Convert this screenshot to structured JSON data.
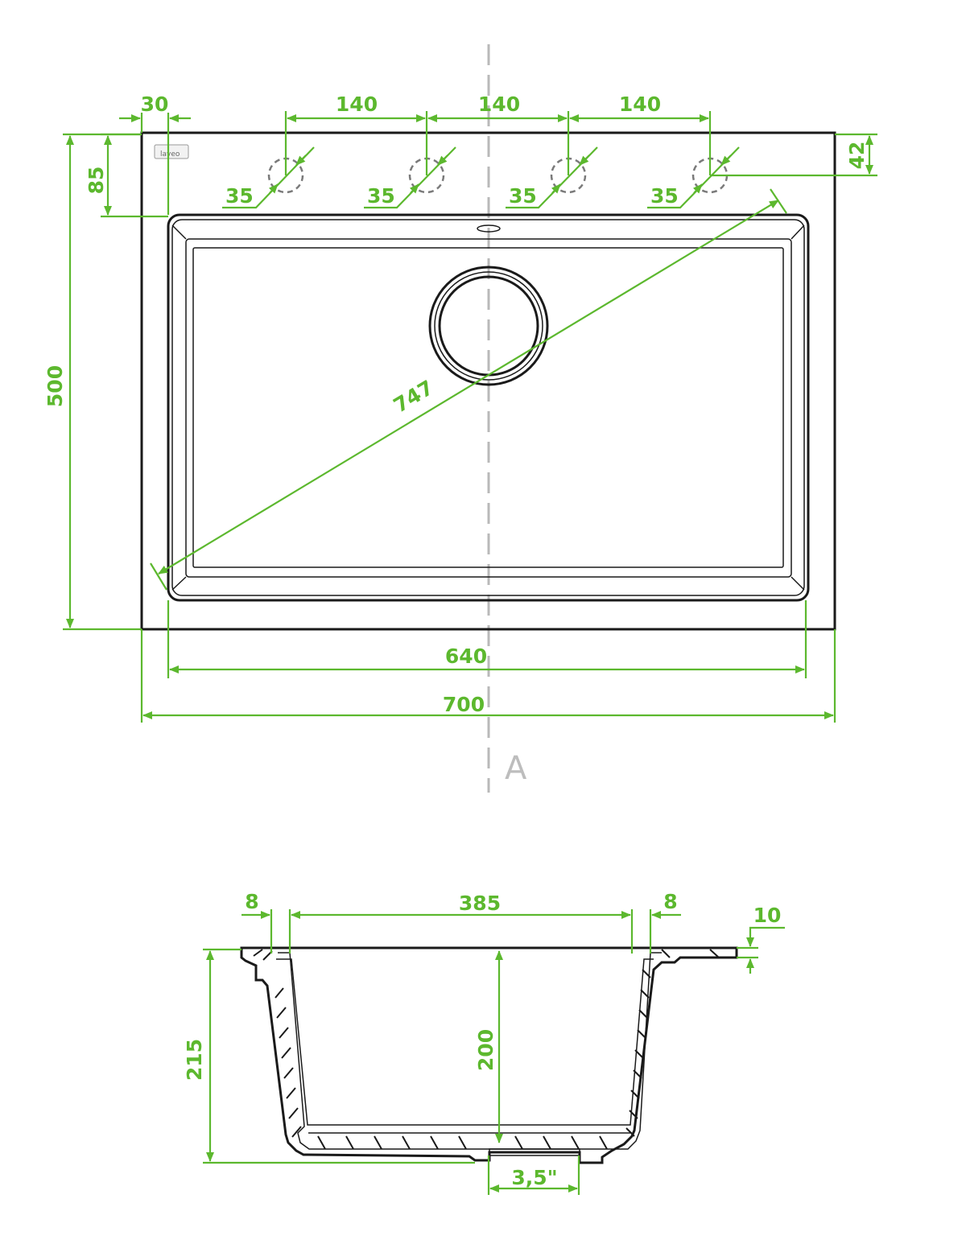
{
  "top_view": {
    "dim_width_total": "700",
    "dim_width_bowl": "640",
    "dim_height_total": "500",
    "dim_diagonal": "747",
    "dim_edge_offset": "30",
    "dim_top_to_bowl": "85",
    "dim_hole_from_edge": "42",
    "dim_hole_spacing_1": "140",
    "dim_hole_spacing_2": "140",
    "dim_hole_spacing_3": "140",
    "dim_hole_diameter_1": "35",
    "dim_hole_diameter_2": "35",
    "dim_hole_diameter_3": "35",
    "dim_hole_diameter_4": "35",
    "logo_text": "laveo",
    "section_marker": "A"
  },
  "section_view": {
    "dim_wall_left": "8",
    "dim_bowl_width": "385",
    "dim_wall_right": "8",
    "dim_rim_thickness": "10",
    "dim_total_depth": "215",
    "dim_bowl_depth": "200",
    "dim_drain": "3,5\""
  },
  "colors": {
    "dimension": "#5cb82e",
    "outline": "#1a1a1a",
    "axis": "#b9b9b9",
    "background": "#ffffff"
  }
}
